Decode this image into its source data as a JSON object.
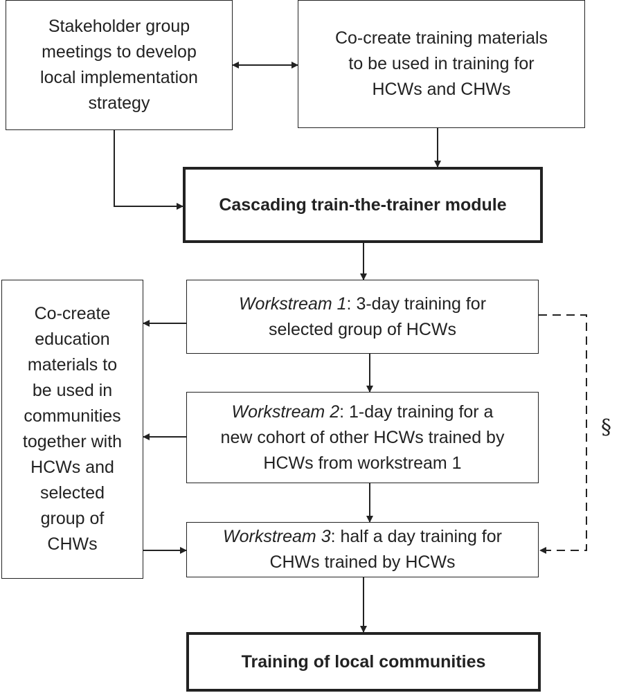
{
  "boxes": {
    "stakeholder": [
      "Stakeholder group",
      "meetings to develop",
      "local implementation",
      "strategy"
    ],
    "cocreate_training": [
      "Co-create training materials",
      "to be used in training for",
      "HCWs and CHWs"
    ],
    "cascading": "Cascading train-the-trainer module",
    "ws1": {
      "italic": "Workstream 1",
      "rest": ": 3-day training for",
      "line2": "selected group of HCWs"
    },
    "ws2": {
      "italic": "Workstream 2",
      "rest": ": 1-day training for a",
      "line2": "new cohort of other HCWs trained by",
      "line3": "HCWs from workstream 1"
    },
    "ws3": {
      "italic": "Workstream 3",
      "rest": ": half a day training for",
      "line2": "CHWs trained by HCWs"
    },
    "education": [
      "Co-create",
      "education",
      "materials to",
      "be used in",
      "communities",
      "together with",
      "HCWs and",
      "selected",
      "group of",
      "CHWs"
    ],
    "training_local": "Training of local communities"
  },
  "section_mark": "§"
}
